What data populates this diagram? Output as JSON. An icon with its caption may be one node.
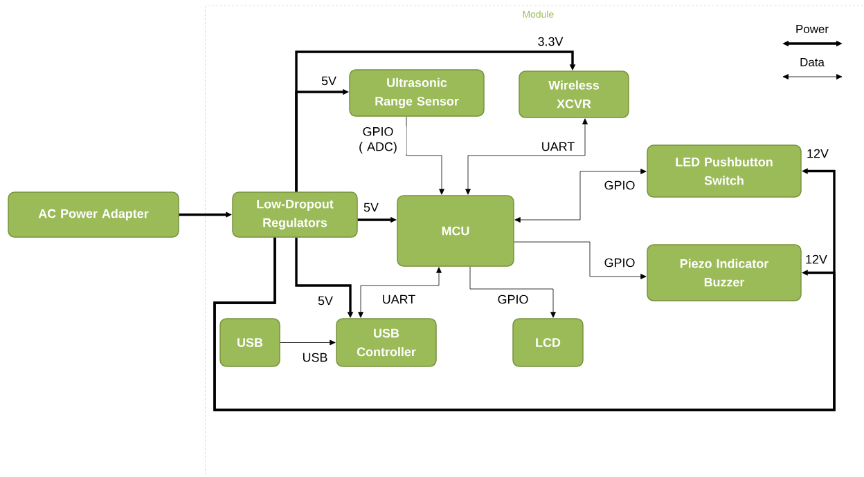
{
  "diagram": {
    "nodes": [
      {
        "text": [
          "Module"
        ]
      },
      {
        "text": [
          "AC Power Adapter"
        ]
      },
      {
        "text": [
          "Low-Dropout Regulators"
        ],
        "in": 0
      },
      {
        "text": [
          "Ultrasonic Range Sensor"
        ],
        "in": 0
      },
      {
        "text": [
          "Wireless XCVR"
        ],
        "in": 0
      },
      {
        "text": [
          "MCU"
        ],
        "in": 0
      },
      {
        "text": [
          "LED Pushbutton Switch"
        ],
        "in": 0
      },
      {
        "text": [
          "Piezo Indicator Buzzer"
        ],
        "in": 0
      },
      {
        "text": [
          "USB"
        ],
        "in": 0
      },
      {
        "text": [
          "USB Controller"
        ],
        "in": 0
      },
      {
        "text": [
          "LCD"
        ],
        "in": 0
      }
    ],
    "edges": [
      {
        "from": 1,
        "to": 2,
        "arrow": "to",
        "style": "thick"
      },
      {
        "from": 2,
        "to": 4,
        "arrow": "to",
        "style": "thick",
        "label": "3.3V"
      },
      {
        "from": 2,
        "to": 3,
        "arrow": "to",
        "style": "thick",
        "label": "5V"
      },
      {
        "from": 2,
        "to": 5,
        "arrow": "to",
        "style": "thick",
        "label": "5V"
      },
      {
        "from": 2,
        "to": 9,
        "arrow": "to",
        "style": "thick",
        "label": "5V"
      },
      {
        "from": 2,
        "to": 6,
        "arrow": "to",
        "style": "thick",
        "label": "12V"
      },
      {
        "from": 2,
        "to": 7,
        "arrow": "to",
        "style": "thick",
        "label": "12V"
      },
      {
        "from": 3,
        "to": 5,
        "arrow": "to",
        "label": "GPIO ( ADC)"
      },
      {
        "from": 5,
        "to": 4,
        "arrow": "both",
        "label": "UART"
      },
      {
        "from": 5,
        "to": 6,
        "arrow": "both",
        "label": "GPIO"
      },
      {
        "from": 5,
        "to": 7,
        "arrow": "to",
        "label": "GPIO"
      },
      {
        "from": 5,
        "to": 10,
        "arrow": "to",
        "label": "GPIO"
      },
      {
        "from": 5,
        "to": 9,
        "arrow": "both",
        "label": "UART"
      },
      {
        "from": 8,
        "to": 9,
        "arrow": "to",
        "label": "USB"
      }
    ],
    "legend": [
      {
        "text": "Power"
      },
      {
        "text": "Data"
      }
    ]
  }
}
